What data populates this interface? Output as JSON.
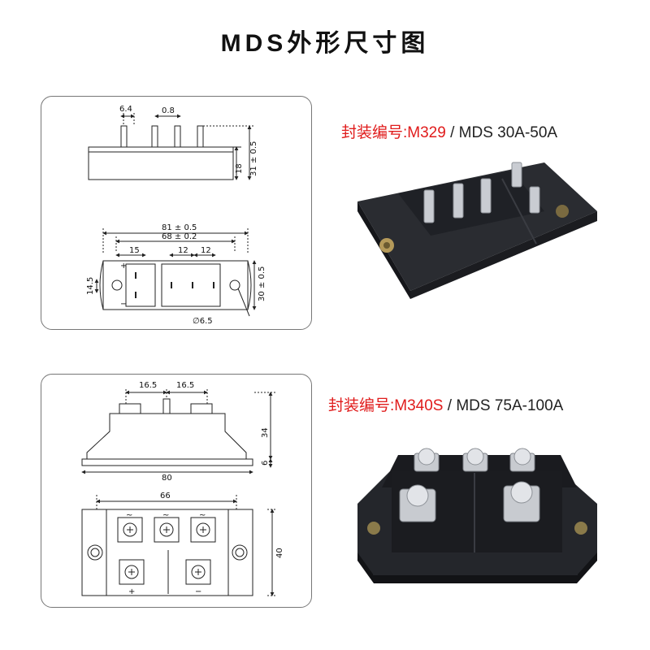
{
  "title": "MDS外形尺寸图",
  "packages": [
    {
      "code_label": "封装编号:",
      "code": "M329",
      "separator": " / ",
      "model": "MDS 30A-50A",
      "dims": {
        "d1": "6.4",
        "d2": "0.8",
        "d3": "18",
        "d4": "31 ± 0.5",
        "d5": "81 ± 0.5",
        "d6": "68 ± 0.2",
        "d7": "15",
        "d8": "12",
        "d9": "12",
        "d10": "14.5",
        "d11": "30 ± 0.5",
        "d12": "∅6.5",
        "plus": "+",
        "minus": "−"
      }
    },
    {
      "code_label": "封装编号:",
      "code": "M340S",
      "separator": " / ",
      "model": "MDS 75A-100A",
      "dims": {
        "d1": "16.5",
        "d2": "16.5",
        "d3": "34",
        "d4": "6",
        "d5": "80",
        "d6": "66",
        "d7": "40",
        "ac1": "~",
        "ac2": "~",
        "ac3": "~",
        "plus": "+",
        "minus": "−"
      }
    }
  ],
  "colors": {
    "accent_red": "#e01b1b",
    "drawing_line": "#222222",
    "module_body": "#1b1d22"
  }
}
